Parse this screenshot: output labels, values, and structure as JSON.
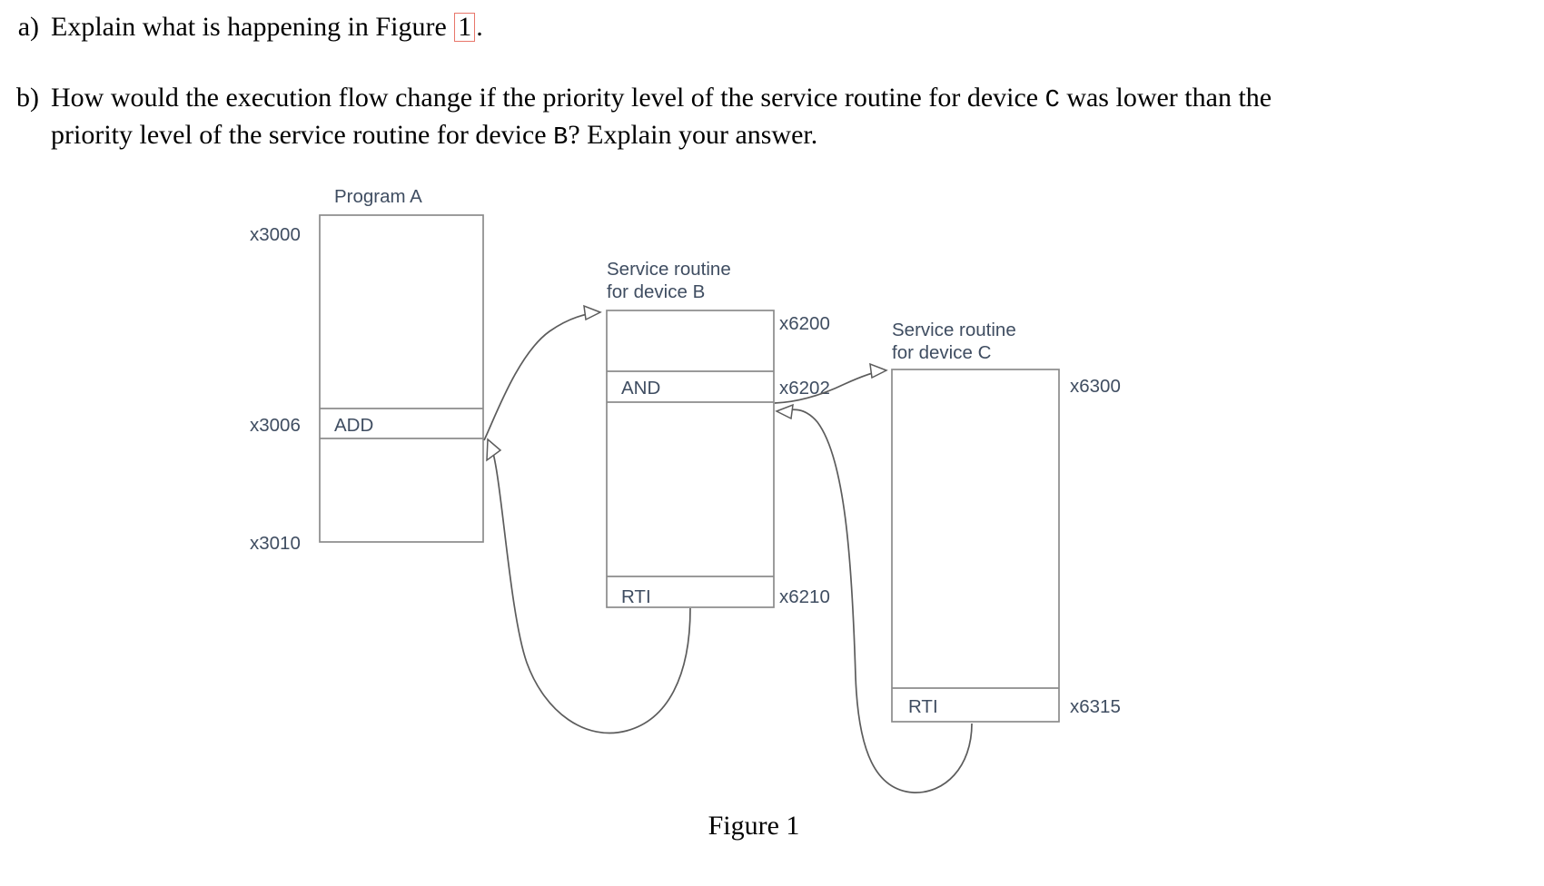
{
  "questions": [
    {
      "marker": "a)",
      "parts": [
        {
          "type": "text",
          "value": "Explain what is happening in Figure "
        },
        {
          "type": "ref",
          "value": "1"
        },
        {
          "type": "text",
          "value": "."
        }
      ],
      "plain": "Explain what is happening in Figure 1."
    },
    {
      "marker": "b)",
      "parts": [
        {
          "type": "text",
          "value": "How would the execution flow change if the priority level of the service routine for device "
        },
        {
          "type": "tt",
          "value": "C"
        },
        {
          "type": "text",
          "value": " was lower than the priority level of the service routine for device "
        },
        {
          "type": "tt",
          "value": "B"
        },
        {
          "type": "text",
          "value": "? Explain your answer."
        }
      ],
      "plain": "How would the execution flow change if the priority level of the service routine for device C was lower than the priority level of the service routine for device B? Explain your answer."
    }
  ],
  "question_a_lead": "Explain what is happening in Figure ",
  "question_a_ref": "1",
  "question_a_tail": ".",
  "question_b_seg1": "How would the execution flow change if the priority level of the service routine for device ",
  "question_b_c": "C",
  "question_b_seg2": " was lower than the priority level of the service routine for device ",
  "question_b_b": "B",
  "question_b_seg3": "? Explain your answer.",
  "marker_a": "a)",
  "marker_b": "b)",
  "figure": {
    "caption": "Figure 1",
    "blocks": [
      {
        "id": "program-a",
        "title": "Program A",
        "rows": [
          {
            "addr": "x3000",
            "instr": ""
          },
          {
            "addr": "x3006",
            "instr": "ADD"
          },
          {
            "addr": "x3010",
            "instr": ""
          }
        ]
      },
      {
        "id": "service-routine-b",
        "title_line1": "Service routine",
        "title_line2": "for device B",
        "rows": [
          {
            "addr": "x6200",
            "instr": ""
          },
          {
            "addr": "x6202",
            "instr": "AND"
          },
          {
            "addr": "x6210",
            "instr": "RTI"
          }
        ]
      },
      {
        "id": "service-routine-c",
        "title_line1": "Service routine",
        "title_line2": "for device C",
        "rows": [
          {
            "addr": "x6300",
            "instr": ""
          },
          {
            "addr": "x6315",
            "instr": "RTI"
          }
        ]
      }
    ],
    "labels": {
      "program_a_title": "Program A",
      "srb_title_1": "Service routine",
      "srb_title_2": "for device B",
      "src_title_1": "Service routine",
      "src_title_2": "for device C",
      "x3000": "x3000",
      "x3006": "x3006",
      "x3010": "x3010",
      "add": "ADD",
      "x6200": "x6200",
      "x6202": "x6202",
      "x6210": "x6210",
      "and": "AND",
      "rti_b": "RTI",
      "x6300": "x6300",
      "x6315": "x6315",
      "rti_c": "RTI"
    },
    "colors": {
      "label_text": "#3f4d61",
      "box_stroke": "#8b8b8b",
      "arrow_stroke": "#5c5c5c",
      "ref_box": "#e8766a",
      "background": "#ffffff"
    }
  }
}
